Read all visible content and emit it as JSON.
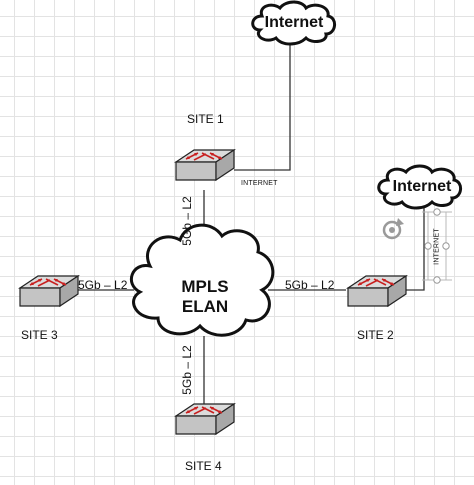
{
  "nodes": {
    "site1": {
      "label": "SITE 1"
    },
    "site2": {
      "label": "SITE 2"
    },
    "site3": {
      "label": "SITE 3"
    },
    "site4": {
      "label": "SITE 4"
    }
  },
  "clouds": {
    "mpls_line1": "MPLS",
    "mpls_line2": "ELAN",
    "internet_top": "Internet",
    "internet_right": "Internet"
  },
  "links": {
    "site1_mpls": "5Gb – L2",
    "site3_mpls": "5Gb – L2",
    "mpls_site2": "5Gb – L2",
    "mpls_site4": "5Gb – L2",
    "site1_internet": "INTERNET",
    "site2_internet": "INTERNET"
  },
  "colors": {
    "switch_top": "#d9d9d9",
    "switch_front": "#bfbfbf",
    "switch_arrow": "#cc2222",
    "line": "#333333"
  },
  "icons": [
    "switch-icon",
    "cloud-icon",
    "refresh-icon",
    "connector-handle"
  ]
}
